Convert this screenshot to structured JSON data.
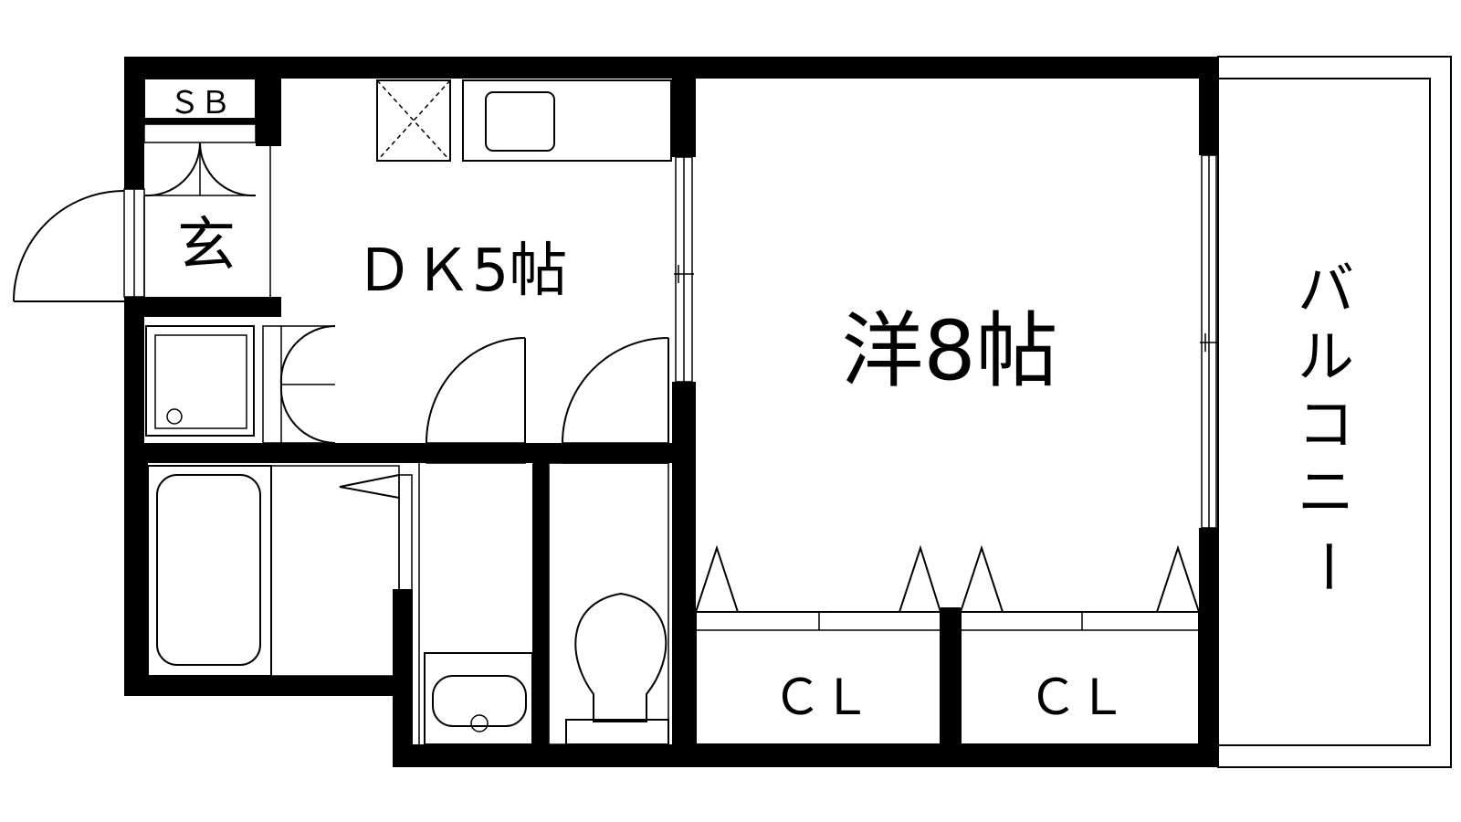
{
  "plan": {
    "colors": {
      "wall": "#000000",
      "background": "#ffffff"
    },
    "rooms": {
      "shoe_box": "ＳＢ",
      "entrance": "玄",
      "dining_kitchen": "ＤＫ5帖",
      "western_room": "洋8帖",
      "closet_1": "ＣＬ",
      "closet_2": "ＣＬ",
      "balcony": [
        "バ",
        "ル",
        "コ",
        "ニ",
        "ー"
      ]
    }
  }
}
